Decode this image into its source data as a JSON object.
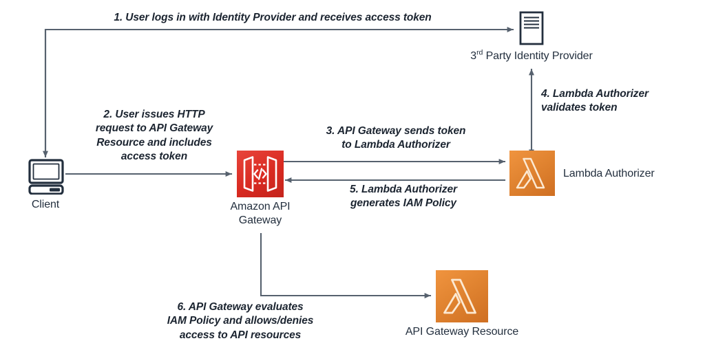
{
  "diagram": {
    "title": "Amazon API Gateway Lambda Authorizer request flow",
    "background": "#ffffff",
    "colors": {
      "api_gateway_red": "#d92a21",
      "lambda_orange": "#e08330",
      "arrow_gray": "#56616e",
      "text_dark": "#232f3e"
    }
  },
  "nodes": {
    "client": {
      "label": "Client",
      "icon": "desktop-computer-icon"
    },
    "identity_provider": {
      "label_prefix": "3",
      "label_sup": "rd",
      "label_suffix": " Party Identity Provider",
      "label": "3rd Party Identity Provider",
      "icon": "server-document-icon"
    },
    "api_gateway": {
      "label": "Amazon API\nGateway",
      "icon": "api-gateway-icon"
    },
    "lambda_authorizer": {
      "label": "Lambda Authorizer",
      "icon": "aws-lambda-icon"
    },
    "api_gateway_resource": {
      "label": "API Gateway Resource",
      "icon": "aws-lambda-icon"
    }
  },
  "steps": [
    {
      "number": "1",
      "text": "1. User logs in with Identity Provider and receives access token",
      "from": "client",
      "to": "identity_provider"
    },
    {
      "number": "2",
      "text": "2. User issues HTTP\nrequest to API Gateway\nResource and includes\naccess token",
      "from": "client",
      "to": "api_gateway"
    },
    {
      "number": "3",
      "text": "3. API Gateway sends token\nto Lambda Authorizer",
      "from": "api_gateway",
      "to": "lambda_authorizer"
    },
    {
      "number": "4",
      "text": "4. Lambda Authorizer\nvalidates token",
      "from": "lambda_authorizer",
      "to": "identity_provider"
    },
    {
      "number": "5",
      "text": "5. Lambda Authorizer\ngenerates IAM Policy",
      "from": "lambda_authorizer",
      "to": "api_gateway"
    },
    {
      "number": "6",
      "text": "6. API Gateway evaluates\nIAM Policy and allows/denies\naccess to API resources",
      "from": "api_gateway",
      "to": "api_gateway_resource"
    }
  ]
}
